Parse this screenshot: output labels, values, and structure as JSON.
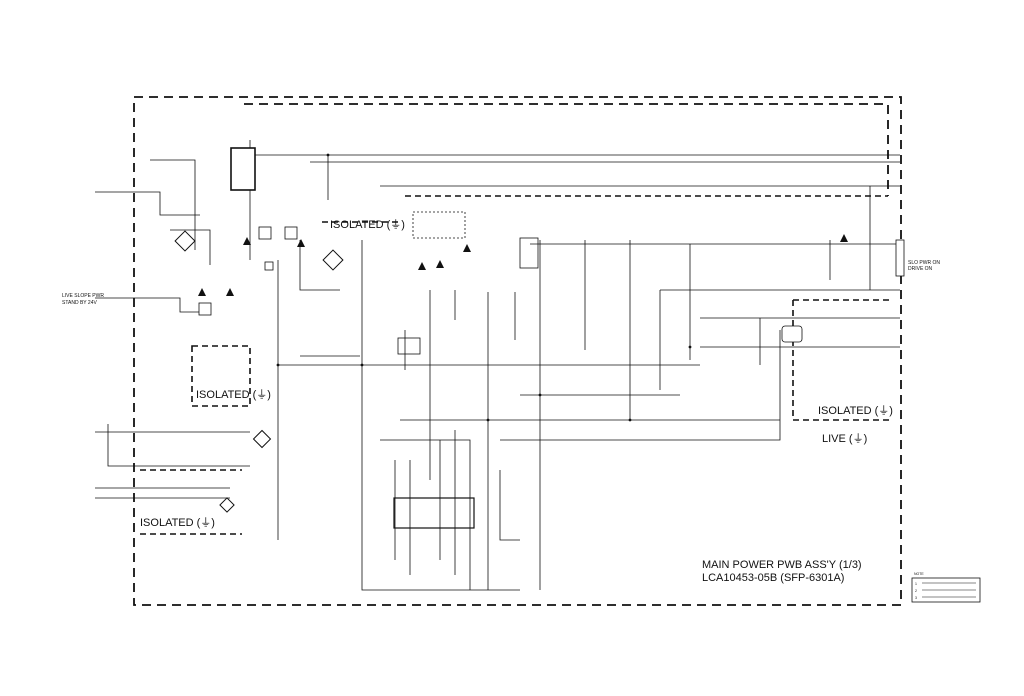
{
  "title": {
    "line1": "MAIN POWER PWB ASS'Y (1/3)",
    "line2": "LCA10453-05B (SFP-6301A)"
  },
  "regions": [
    {
      "label": "ISOLATED (⏚)"
    },
    {
      "label": "ISOLATED (⏚)"
    },
    {
      "label": "ISOLATED (⏚)"
    },
    {
      "label": "ISOLATED (⏚)"
    },
    {
      "label": "LIVE (⏚)"
    }
  ],
  "connector_labels": [
    "LIVE SLOPE PWR",
    "STAND BY 24V",
    "SLO PWR ON",
    "DRIVE ON"
  ],
  "note": {
    "heading": "NOTE",
    "lines": [
      "1",
      "2",
      "3"
    ]
  },
  "colors": {
    "ink": "#111111",
    "background": "#ffffff"
  }
}
